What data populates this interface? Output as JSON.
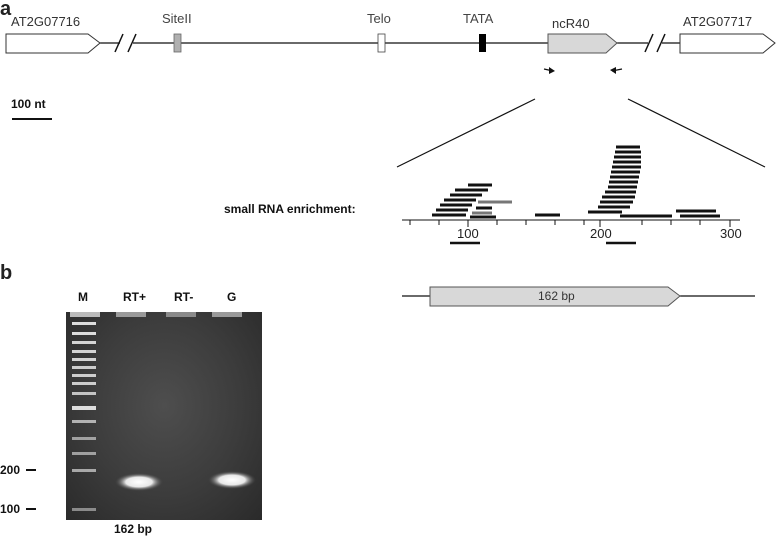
{
  "panel_a": {
    "letter": "a",
    "genes": {
      "left": "AT2G07716",
      "right": "AT2G07717",
      "ncrna": "ncR40"
    },
    "elements": {
      "siteII": "SiteII",
      "telo": "Telo",
      "tata": "TATA"
    },
    "scale_bar": "100 nt",
    "enrichment_label": "small RNA enrichment:",
    "axis_ticks": [
      "100",
      "200",
      "300"
    ]
  },
  "panel_b": {
    "letter": "b",
    "lanes": [
      "M",
      "RT+",
      "RT-",
      "G"
    ],
    "markers": [
      "200",
      "100"
    ],
    "band_size_label": "162 bp",
    "amplicon_label": "162 bp"
  },
  "colors": {
    "gene_fill": "#ffffff",
    "ncrna_fill": "#d8d8d8",
    "siteII_fill": "#b0b0b0",
    "tata_fill": "#000000",
    "read_black": "#111111",
    "read_gray": "#777777"
  }
}
